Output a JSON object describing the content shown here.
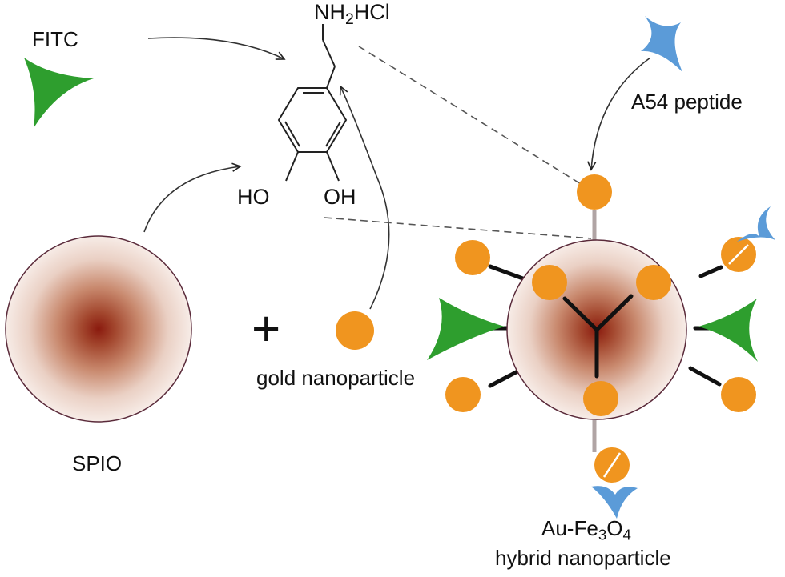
{
  "labels": {
    "fitc": "FITC",
    "amine_prefix": "NH",
    "amine_sub": "2",
    "amine_suffix": "HCl",
    "ho": "HO",
    "oh": "OH",
    "a54": "A54 peptide",
    "plus": "+",
    "gold": "gold nanoparticle",
    "spio": "SPIO",
    "hybrid_l1_a": "Au-Fe",
    "hybrid_l1_sub1": "3",
    "hybrid_l1_b": "O",
    "hybrid_l1_sub2": "4",
    "hybrid_l2": "hybrid nanoparticle"
  },
  "colors": {
    "fitc_green": "#2e9e2e",
    "peptide_blue": "#5b9bd8",
    "gold_orange": "#f0951f",
    "spio_core": "#8a1a0e",
    "spio_edge": "#f7ece7",
    "outline": "#5a2a3a",
    "ink": "#111111",
    "stem_gray": "#b0a4a4"
  },
  "icons": {
    "fitc": "green-triangular-dye-icon",
    "peptide": "blue-peptide-shape-icon",
    "gold": "orange-gold-nanoparticle-icon"
  }
}
